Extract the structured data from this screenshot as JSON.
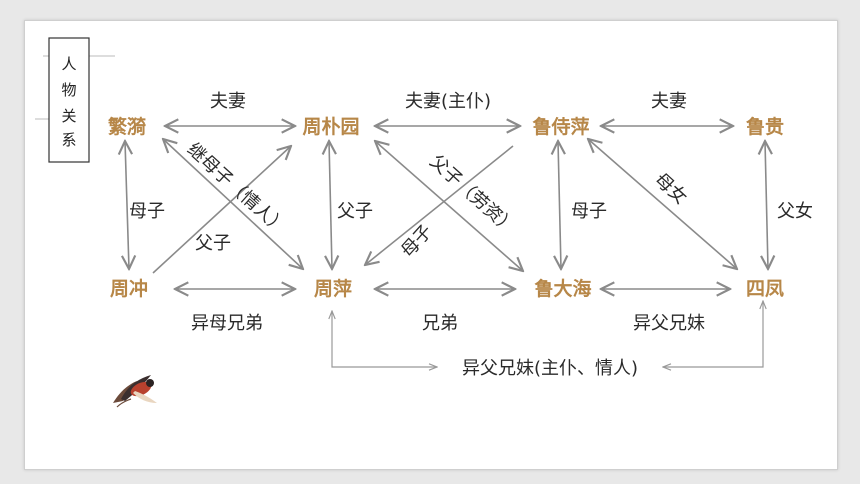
{
  "title": [
    "人",
    "物",
    "关",
    "系"
  ],
  "nodes": {
    "fanyi": "繁漪",
    "zhoupuyuan": "周朴园",
    "lushiping": "鲁侍萍",
    "lugui": "鲁贵",
    "zhouchong": "周冲",
    "zhouping": "周萍",
    "ludahai": "鲁大海",
    "sifeng": "四凤"
  },
  "relations": {
    "fanyi_zhoupuyuan": "夫妻",
    "zhoupuyuan_lushiping": "夫妻(主仆)",
    "lushiping_lugui": "夫妻",
    "fanyi_zhouchong": "母子",
    "fanyi_zhouping": "继母子（情人）",
    "zhoupuyuan_zhouchong": "父子",
    "zhoupuyuan_zhouping": "父子",
    "zhoupuyuan_ludahai": "父子（劳资）",
    "lushiping_zhouping": "母子",
    "lushiping_ludahai": "母子",
    "lushiping_sifeng": "母女",
    "lugui_sifeng": "父女",
    "zhouchong_zhouping": "异母兄弟",
    "zhouping_ludahai": "兄弟",
    "ludahai_sifeng": "异父兄妹",
    "zhouping_sifeng": "异父兄妹(主仆、情人)"
  }
}
